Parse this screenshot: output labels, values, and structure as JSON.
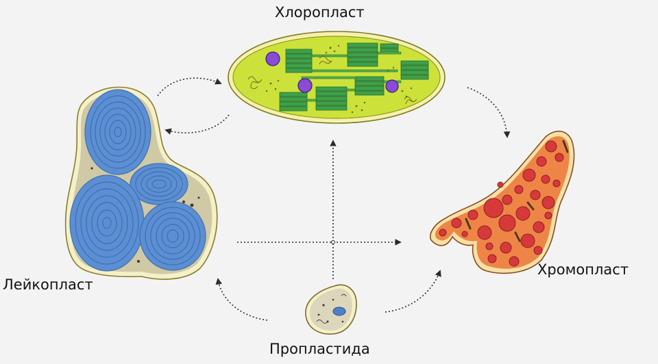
{
  "labels": {
    "chloroplast": "Хлоропласт",
    "leucoplast": "Лейкопласт",
    "chromoplast": "Хромопласт",
    "proplastid": "Пропластида"
  },
  "colors": {
    "background": "#f3f3f3",
    "chloroplast_stroma": "#cce23a",
    "thylakoid": "#3fa04a",
    "starch_purple": "#8a4bd6",
    "leucoplast_grain": "#5b8ed3",
    "leucoplast_ring": "#3f6fae",
    "chromoplast_body": "#ee8546",
    "chromoplast_globule": "#d7393b",
    "arrow": "#2b2b2b"
  },
  "arrows": [
    {
      "from": "leucoplast",
      "to": "chloroplast"
    },
    {
      "from": "chloroplast",
      "to": "leucoplast"
    },
    {
      "from": "chloroplast",
      "to": "chromoplast"
    },
    {
      "from": "proplastid",
      "to": "chloroplast"
    },
    {
      "from": "proplastid",
      "to": "leucoplast"
    },
    {
      "from": "proplastid",
      "to": "chromoplast"
    },
    {
      "from": "leucoplast",
      "to": "chromoplast"
    }
  ]
}
